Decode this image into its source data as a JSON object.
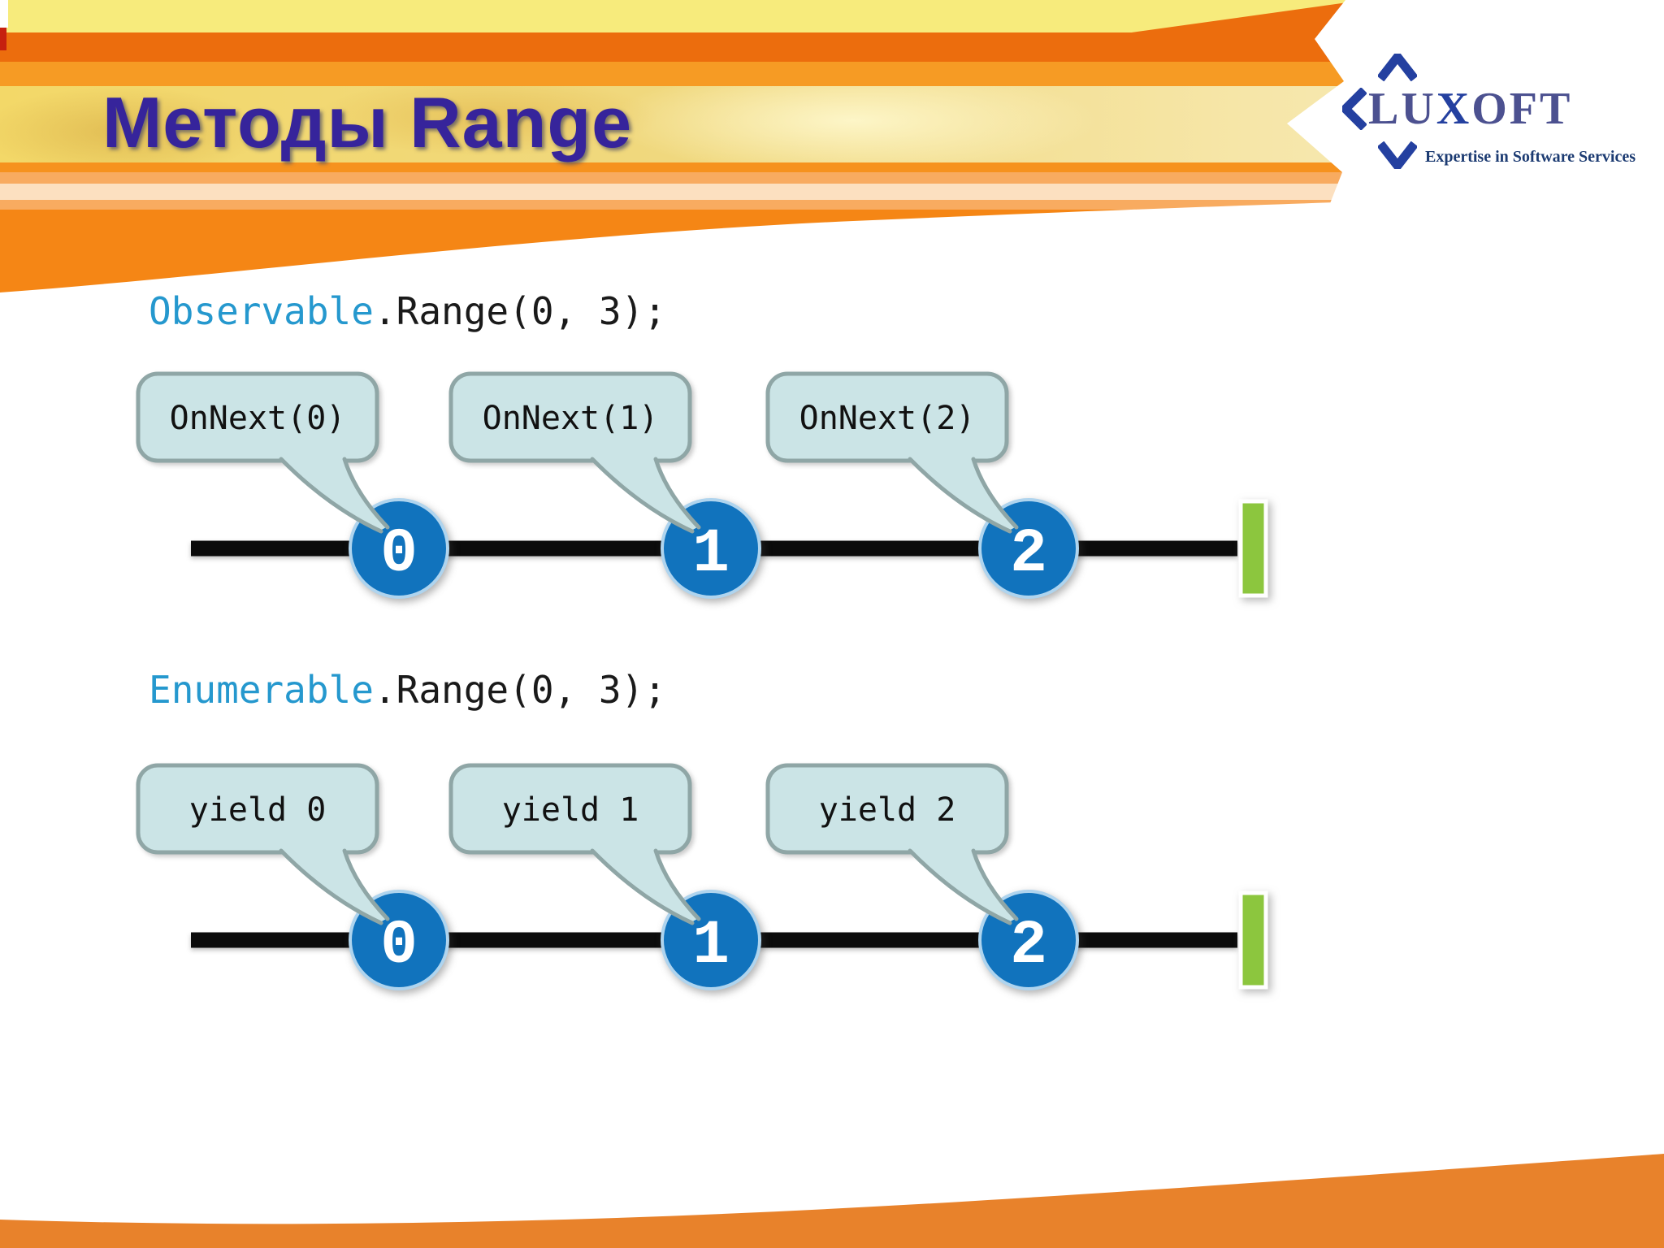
{
  "slide": {
    "title": "Методы Range"
  },
  "logo": {
    "brand": {
      "pre": "LU",
      "x": "X",
      "post": "OFT"
    },
    "tagline": "Expertise in Software Services"
  },
  "sections": [
    {
      "code": {
        "object": "Observable",
        "call": ".Range(0, 3);"
      },
      "callouts": [
        "OnNext(0)",
        "OnNext(1)",
        "OnNext(2)"
      ],
      "marbles": [
        "0",
        "1",
        "2"
      ]
    },
    {
      "code": {
        "object": "Enumerable",
        "call": ".Range(0, 3);"
      },
      "callouts": [
        "yield 0",
        "yield 1",
        "yield 2"
      ],
      "marbles": [
        "0",
        "1",
        "2"
      ]
    }
  ],
  "colors": {
    "title_indigo": "#36249B",
    "header_orange": "#F58615",
    "dark_orange": "#EC6D0D",
    "band_yellow": "#F7EB7C",
    "code_type_blue": "#2598CE",
    "bubble_fill": "#CBE4E6",
    "bubble_border": "#8FA6A6",
    "marble_blue": "#1173BD",
    "terminator_green": "#8CC63E",
    "timeline_black": "#0B0B0B",
    "logo_navy": "#2440A0",
    "logo_slate": "#4C5190",
    "footer_orange": "#E8822B"
  }
}
